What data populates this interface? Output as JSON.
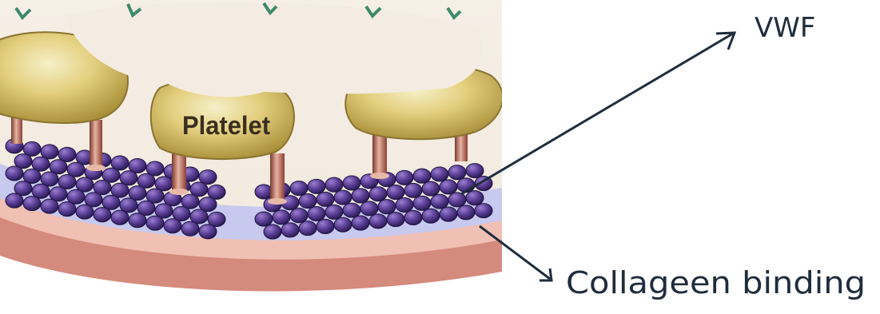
{
  "diagram": {
    "platelet_label": "Platelet",
    "vwf_label": "VWF",
    "collagen_label": "Collageen binding"
  }
}
